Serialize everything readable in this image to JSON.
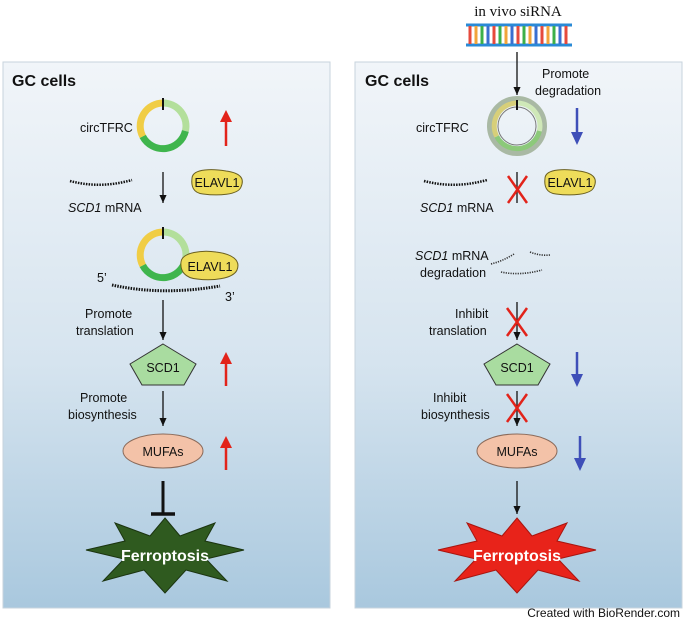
{
  "sirna": {
    "label": "in vivo siRNA"
  },
  "left": {
    "title": "GC cells",
    "circ_label": "circTFRC",
    "elavl": "ELAVL1",
    "mrna_label_gene": "SCD1",
    "mrna_label_suffix": " mRNA",
    "five_prime": "5’",
    "three_prime": "3’",
    "step1_line1": "Promote",
    "step1_line2": "translation",
    "scd1": "SCD1",
    "step2_line1": "Promote",
    "step2_line2": "biosynthesis",
    "mufas": "MUFAs",
    "ferroptosis": "Ferroptosis"
  },
  "right": {
    "title": "GC cells",
    "promote_line1": "Promote",
    "promote_line2": "degradation",
    "circ_label": "circTFRC",
    "elavl": "ELAVL1",
    "mrna_label_gene": "SCD1",
    "mrna_label_suffix": " mRNA",
    "degr_line1_gene": "SCD1",
    "degr_line1_suffix": " mRNA",
    "degr_line2": "degradation",
    "step1_line1": "Inhibit",
    "step1_line2": "translation",
    "scd1": "SCD1",
    "step2_line1": "Inhibit",
    "step2_line2": "biosynthesis",
    "mufas": "MUFAs",
    "ferroptosis": "Ferroptosis"
  },
  "credit": "Created with BioRender.com",
  "colors": {
    "up_arrow": "#e2231a",
    "down_arrow": "#3e4fb8",
    "ferroptosis_left": "#2f5a1f",
    "ferroptosis_right": "#e8231a",
    "elavl_fill": "#eedc5a",
    "scd1_fill": "#a9dca0",
    "mufas_fill": "#f3c2a8"
  }
}
